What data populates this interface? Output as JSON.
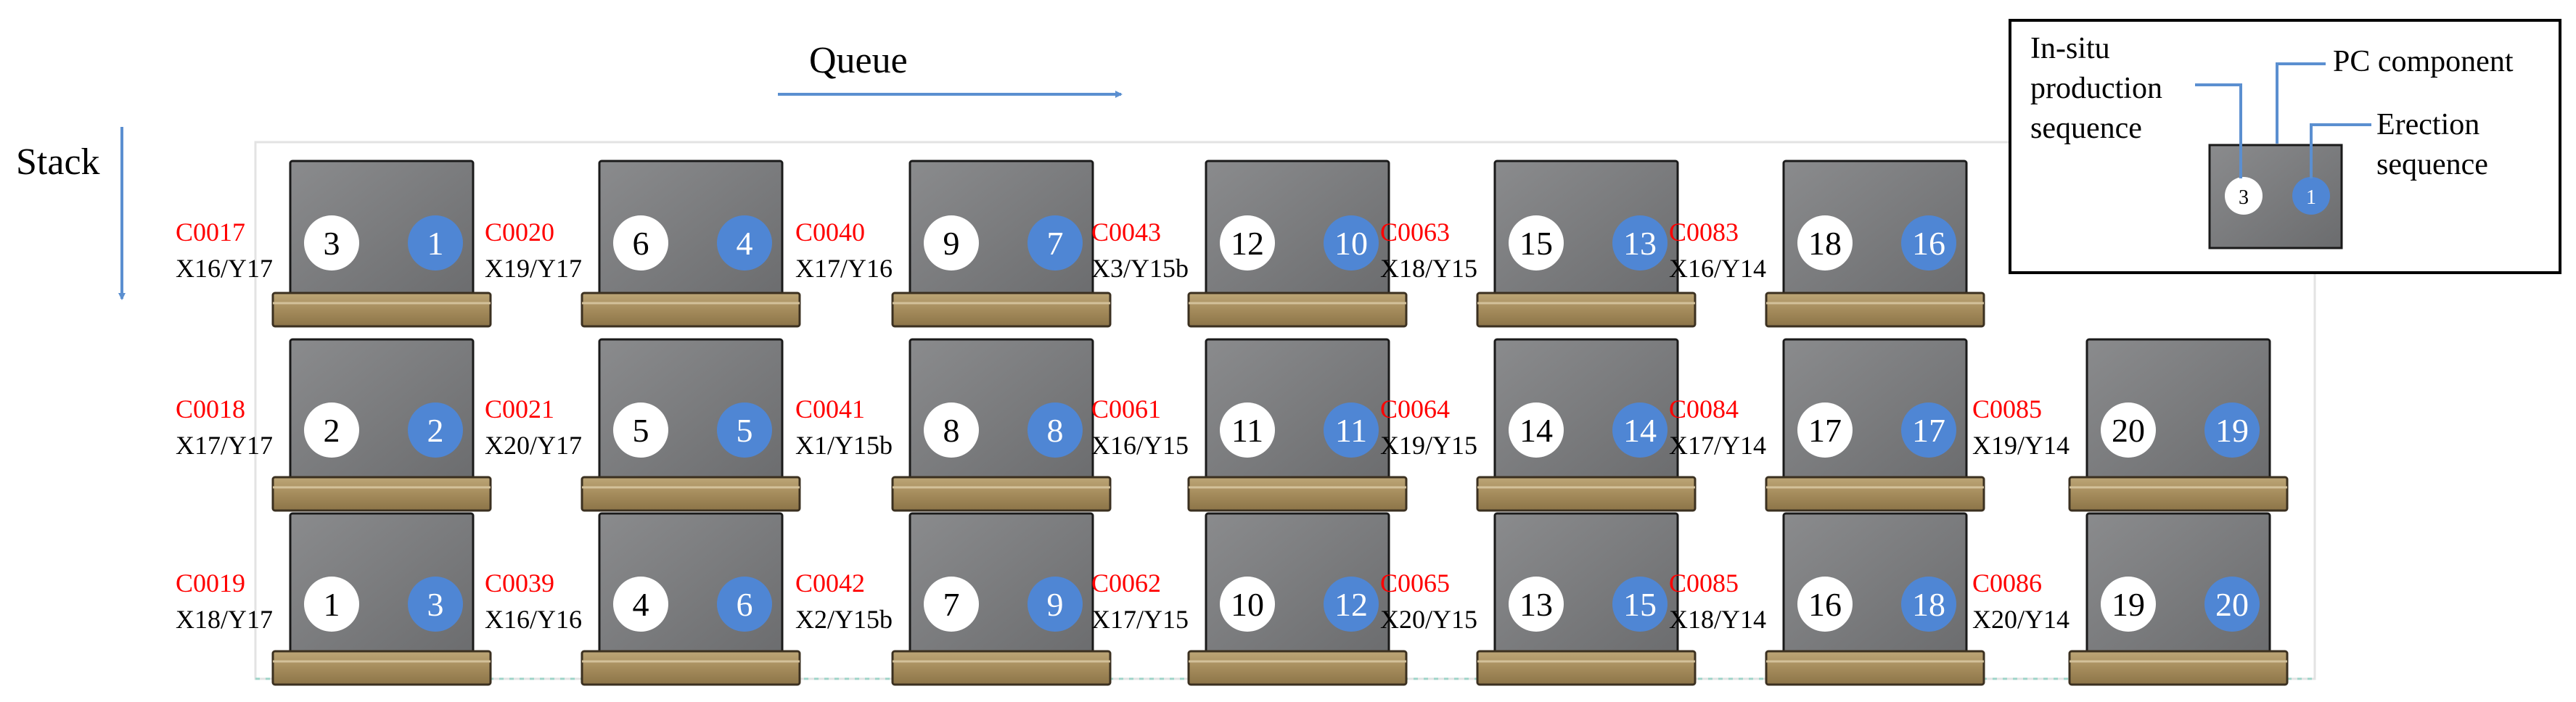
{
  "header": {
    "queue_label": "Queue",
    "stack_label": "Stack"
  },
  "legend": {
    "insitu_label_lines": [
      "In-situ",
      "production",
      "sequence"
    ],
    "pc_component_label": "PC component",
    "erection_label_lines": [
      "Erection",
      "sequence"
    ],
    "sample_production": "3",
    "sample_erection": "1"
  },
  "columns": [
    {
      "label_side": "left",
      "components": [
        {
          "code": "C0017",
          "pos": "X16/Y17",
          "production": "3",
          "erection": "1"
        },
        {
          "code": "C0018",
          "pos": "X17/Y17",
          "production": "2",
          "erection": "2"
        },
        {
          "code": "C0019",
          "pos": "X18/Y17",
          "production": "1",
          "erection": "3"
        }
      ]
    },
    {
      "label_side": "left",
      "components": [
        {
          "code": "C0020",
          "pos": "X19/Y17",
          "production": "6",
          "erection": "4"
        },
        {
          "code": "C0021",
          "pos": "X20/Y17",
          "production": "5",
          "erection": "5"
        },
        {
          "code": "C0039",
          "pos": "X16/Y16",
          "production": "4",
          "erection": "6"
        }
      ]
    },
    {
      "label_side": "left",
      "components": [
        {
          "code": "C0040",
          "pos": "X17/Y16",
          "production": "9",
          "erection": "7"
        },
        {
          "code": "C0041",
          "pos": "X1/Y15b",
          "production": "8",
          "erection": "8"
        },
        {
          "code": "C0042",
          "pos": "X2/Y15b",
          "production": "7",
          "erection": "9"
        }
      ]
    },
    {
      "label_side": "left",
      "components": [
        {
          "code": "C0043",
          "pos": "X3/Y15b",
          "production": "12",
          "erection": "10"
        },
        {
          "code": "C0061",
          "pos": "X16/Y15",
          "production": "11",
          "erection": "11"
        },
        {
          "code": "C0062",
          "pos": "X17/Y15",
          "production": "10",
          "erection": "12"
        }
      ]
    },
    {
      "label_side": "left",
      "components": [
        {
          "code": "C0063",
          "pos": "X18/Y15",
          "production": "15",
          "erection": "13"
        },
        {
          "code": "C0064",
          "pos": "X19/Y15",
          "production": "14",
          "erection": "14"
        },
        {
          "code": "C0065",
          "pos": "X20/Y15",
          "production": "13",
          "erection": "15"
        }
      ]
    },
    {
      "label_side": "left",
      "components": [
        {
          "code": "C0083",
          "pos": "X16/Y14",
          "production": "18",
          "erection": "16"
        },
        {
          "code": "C0084",
          "pos": "X17/Y14",
          "production": "17",
          "erection": "17"
        },
        {
          "code": "C0085",
          "pos": "X18/Y14",
          "production": "16",
          "erection": "18"
        }
      ]
    },
    {
      "label_side": "left",
      "components": [
        null,
        {
          "code": "C0085",
          "pos": "X19/Y14",
          "production": "20",
          "erection": "19"
        },
        {
          "code": "C0086",
          "pos": "X20/Y14",
          "production": "19",
          "erection": "20"
        }
      ]
    }
  ],
  "colors": {
    "block_fill": "#7a7b7d",
    "block_stroke": "#1a1a1a",
    "pallet_fill": "#a58c5c",
    "pallet_stroke": "#3b3020",
    "erection_circle": "#4f86d4",
    "production_circle": "#ffffff",
    "code_text": "#ff0000",
    "pos_text": "#000000",
    "arrow": "#5b8fd0",
    "frame": "#e3e3e3"
  }
}
